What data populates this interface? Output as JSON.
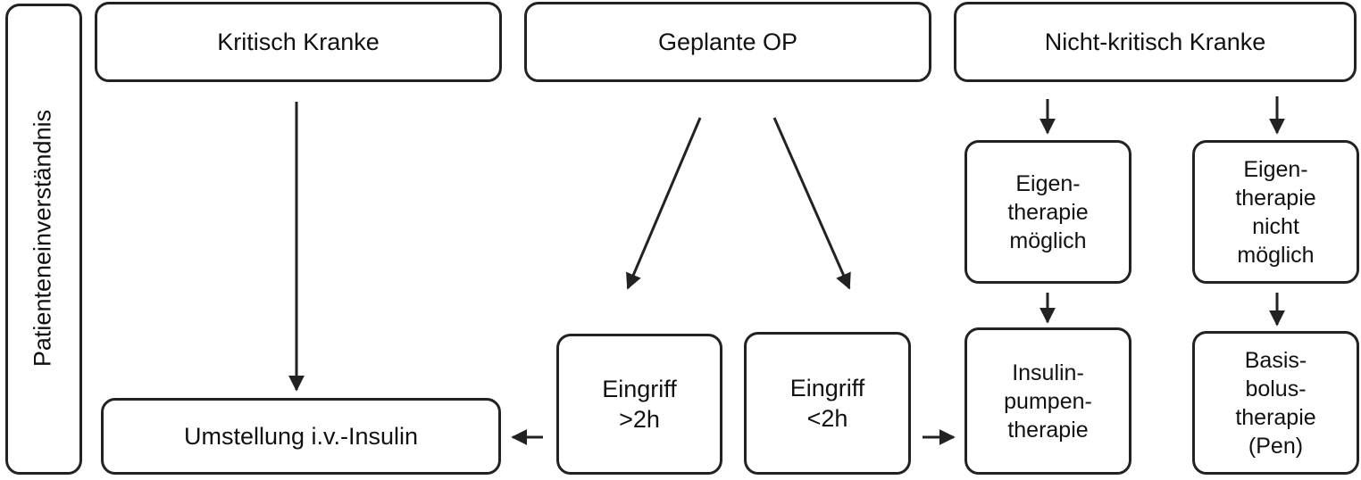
{
  "sidebar": {
    "label": "Patienteneinverständnis"
  },
  "headers": {
    "critical": "Kritisch Kranke",
    "planned_op": "Geplante OP",
    "non_critical": "Nicht-kritisch Kranke"
  },
  "nodes": {
    "self_therapy_possible": "Eigen-\ntherapie\nmöglich",
    "self_therapy_not_possible": "Eigen-\ntherapie\nnicht\nmöglich",
    "procedure_over_2h": "Eingriff\n>2h",
    "procedure_under_2h": "Eingriff\n<2h",
    "insulin_pump": "Insulin-\npumpen-\ntherapie",
    "basal_bolus": "Basis-\nbolus-\ntherapie\n(Pen)",
    "iv_insulin": "Umstellung i.v.-Insulin"
  },
  "colors": {
    "stroke": "#222222",
    "background": "#ffffff",
    "text": "#111111"
  }
}
